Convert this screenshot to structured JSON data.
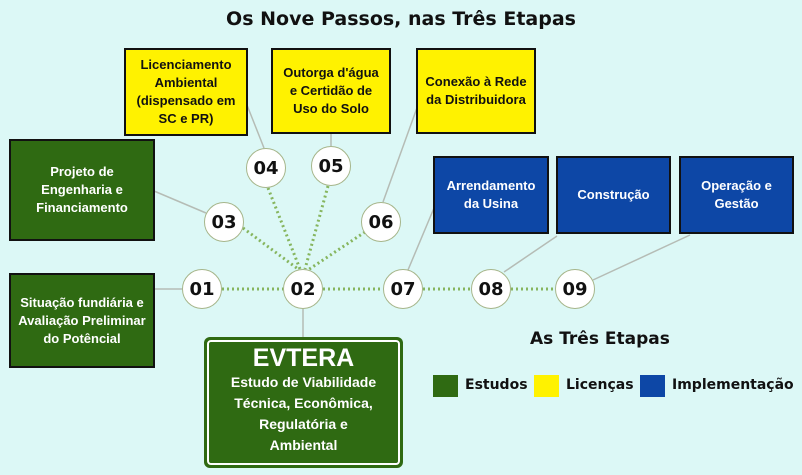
{
  "title": "Os Nove Passos, nas Três Etapas",
  "boxes": {
    "licenciamento": "Licenciamento\nAmbiental\n(dispensado em\nSC e PR)",
    "outorga": "Outorga d'água\ne Certidão de\nUso do Solo",
    "conexao": "Conexão à Rede\nda Distribuidora",
    "projeto": "Projeto de\nEngenharia e\nFinanciamento",
    "situacao": "Situação fundiária e\nAvaliação Preliminar\ndo Potêncial",
    "arrendamento": "Arrendamento\nda Usina",
    "construcao": "Construção",
    "operacao": "Operação e\nGestão"
  },
  "steps": [
    "01",
    "02",
    "03",
    "04",
    "05",
    "06",
    "07",
    "08",
    "09"
  ],
  "evtera": {
    "title": "EVTERA",
    "subtitle": "Estudo de Viabilidade\nTécnica, Econômica,\nRegulatória e\nAmbiental"
  },
  "legend": {
    "heading": "As Três Etapas",
    "items": [
      {
        "label": "Estudos",
        "color": "#2f6a12"
      },
      {
        "label": "Licenças",
        "color": "#fff200"
      },
      {
        "label": "Implementação",
        "color": "#0d47a6"
      }
    ]
  }
}
